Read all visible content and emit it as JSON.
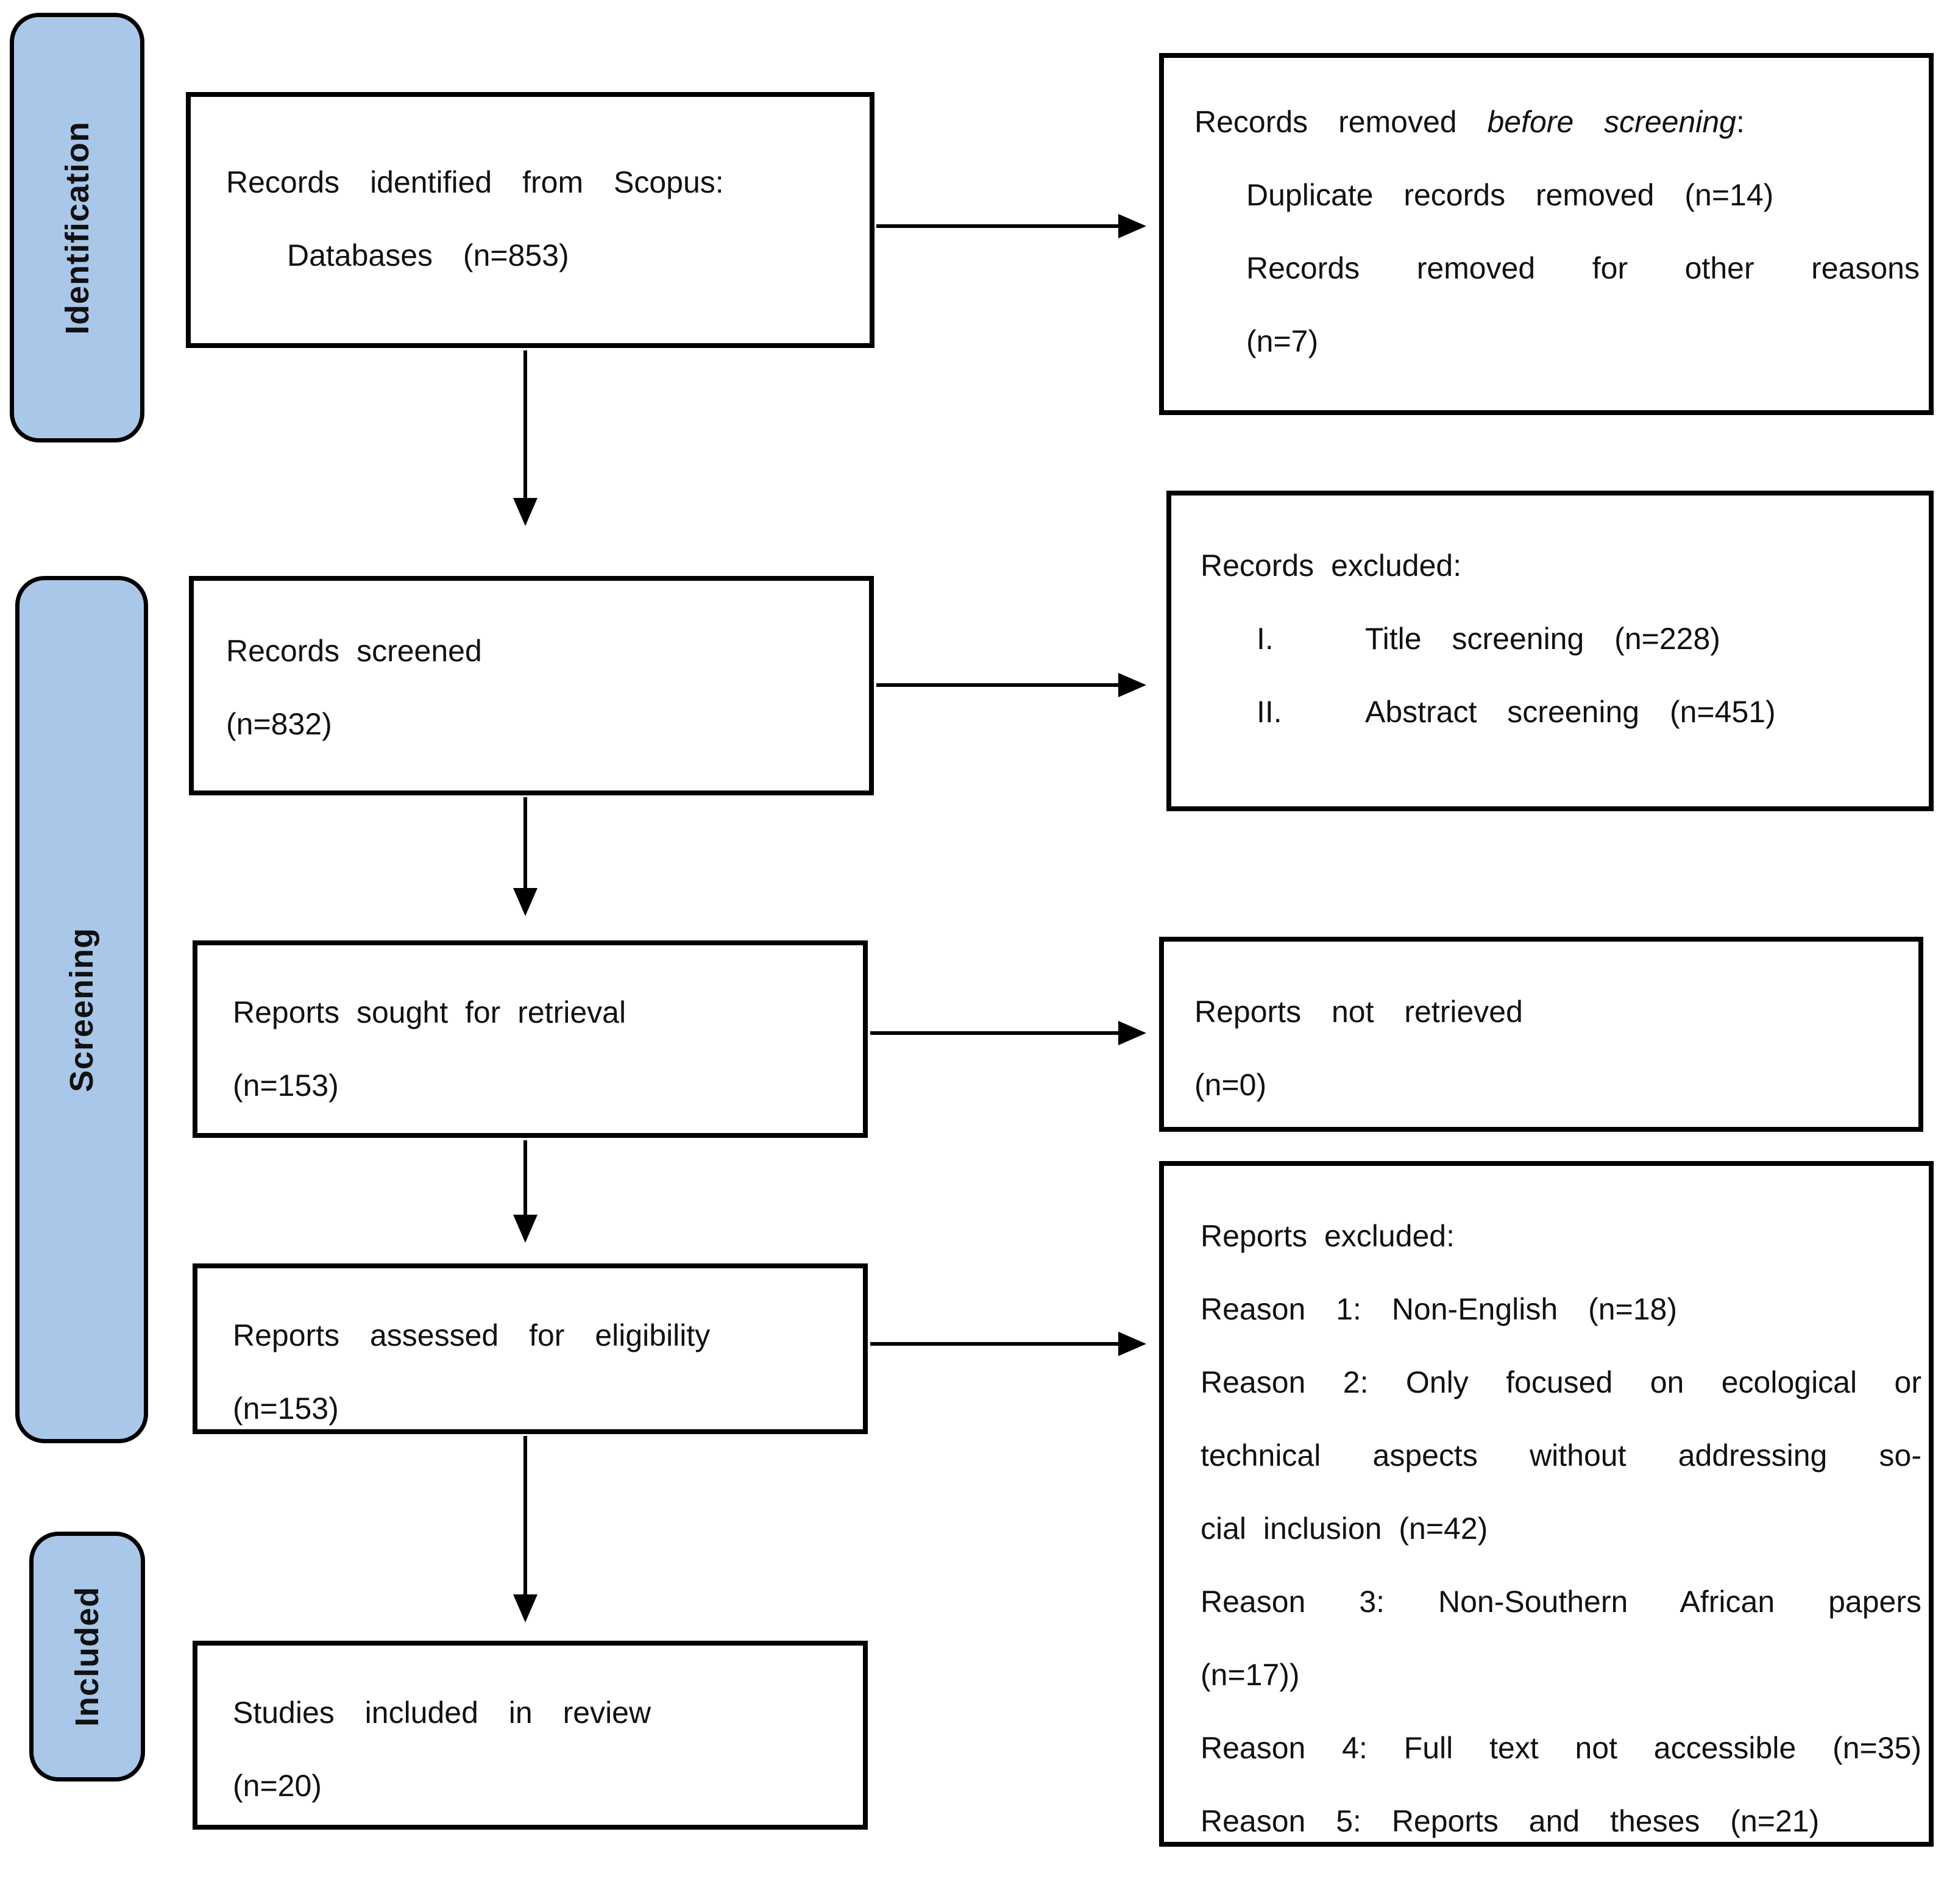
{
  "diagram": {
    "accent_color": "#A9C7E8",
    "stage_labels": [
      {
        "label": "Identification"
      },
      {
        "label": "Screening"
      },
      {
        "label": "Included"
      }
    ],
    "main_boxes": [
      {
        "lines": [
          "Records identified from Scopus:",
          "Databases (n=853)"
        ]
      },
      {
        "lines": [
          "Records screened",
          "(n=832)"
        ]
      },
      {
        "lines": [
          "Reports sought for retrieval",
          "(n=153)"
        ]
      },
      {
        "lines": [
          "Reports assessed for eligibility",
          "(n=153)"
        ]
      },
      {
        "lines": [
          "Studies included in review",
          "(n=20)"
        ]
      }
    ],
    "side_boxes": {
      "removed_before": {
        "title_prefix": "Records removed ",
        "title_italic": "before screening",
        "title_suffix": ":",
        "lines": [
          "Duplicate records removed (n=14)",
          "Records removed for other reasons",
          "(n=7)"
        ]
      },
      "records_excluded": {
        "title": "Records excluded:",
        "items": [
          {
            "marker": "I.",
            "text": "Title screening (n=228)"
          },
          {
            "marker": "II.",
            "text": "Abstract screening (n=451)"
          }
        ]
      },
      "not_retrieved": {
        "lines": [
          "Reports not retrieved",
          "(n=0)"
        ]
      },
      "reports_excluded": {
        "lines": [
          "Reports excluded:",
          "Reason 1: Non-English (n=18)",
          "Reason 2: Only focused on ecological or",
          "technical aspects without addressing so-",
          "cial inclusion (n=42)",
          "Reason 3: Non-Southern African papers",
          "(n=17))",
          "Reason 4: Full text not accessible (n=35)",
          "Reason 5: Reports and theses (n=21)"
        ]
      }
    }
  }
}
